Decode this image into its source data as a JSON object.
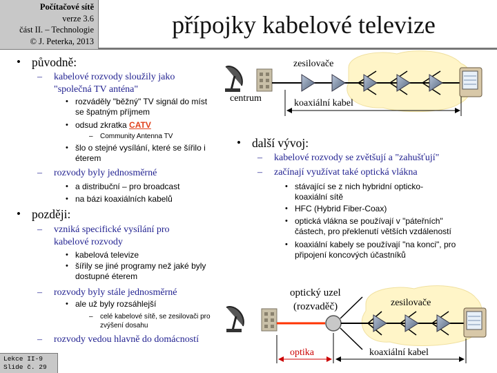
{
  "header": {
    "course": "Počítačové sítě",
    "version": "verze 3.6",
    "part": "část II. – Technologie",
    "copyright": "© J. Peterka, 2013"
  },
  "title": "přípojky kabelové televize",
  "left": {
    "originally": {
      "heading": "původně:",
      "items": [
        {
          "line1": "kabelové rozvody sloužily jako",
          "line2": "\"společná TV anténa\"",
          "sub": [
            {
              "line1": "rozváděly \"běžný\" TV signál do míst",
              "line2": "se špatným příjmem"
            },
            {
              "prefix": "odsud zkratka ",
              "abbr": "CATV",
              "sub": [
                "Community Antenna TV"
              ]
            },
            {
              "line1": "šlo o stejné vysílání, které se šířilo i",
              "line2": "éterem"
            }
          ]
        },
        {
          "line1": "rozvody byly jednosměrné",
          "sub": [
            {
              "line1": "a distribuční – pro broadcast"
            },
            {
              "line1": "na bázi koaxiálních kabelů"
            }
          ]
        }
      ]
    },
    "later": {
      "heading": "později:",
      "items": [
        {
          "line1": "vzniká specifické vysílání pro",
          "line2": "kabelové rozvody",
          "sub": [
            {
              "line1": "kabelová televize"
            },
            {
              "line1": "šířily se jiné programy než jaké byly",
              "line2": "dostupné éterem"
            }
          ]
        },
        {
          "line1": "rozvody byly stále jednosměrné",
          "sub": [
            {
              "line1": "ale už byly rozsáhlejší",
              "sub": [
                {
                  "line1": "celé kabelové sítě, se zesilovači pro",
                  "line2": "zvýšení dosahu"
                }
              ]
            }
          ]
        },
        {
          "line1": "rozvody vedou hlavně do domácností"
        }
      ]
    }
  },
  "right": {
    "heading": "další vývoj:",
    "items": [
      {
        "line1": "kabelové rozvody se zvětšují a \"zahušťují\""
      },
      {
        "line1": "začínají využívat také optická vlákna",
        "sub": [
          {
            "line1": "stávající se z nich hybridní opticko-",
            "line2": "koaxiální sítě"
          },
          {
            "line1": "HFC (Hybrid Fiber-Coax)"
          },
          {
            "line1": "optická vlákna se používají v \"páteřních\"",
            "line2": "částech, pro překlenutí větších vzdáleností"
          },
          {
            "line1": "koaxiální kabely se používají \"na konci\", pro",
            "line2": "připojení koncových účastníků"
          }
        ]
      }
    ]
  },
  "diagram_top": {
    "amplifiers": "zesilovače",
    "headend": "centrum",
    "coax": "koaxiální kabel"
  },
  "diagram_bottom": {
    "node_line1": "optický uzel",
    "node_line2": "(rozvaděč)",
    "amplifiers": "zesilovače",
    "optics": "optika",
    "coax": "koaxiální kabel"
  },
  "footer": {
    "line1": "Lekce II-9",
    "line2": "Slide č. 29"
  },
  "colors": {
    "text_blue": "#1f1f8f",
    "catv": "#e0401a",
    "optic_line": "#ff3300",
    "cloud": "#fff5c8",
    "dimension": "#cc0000"
  }
}
